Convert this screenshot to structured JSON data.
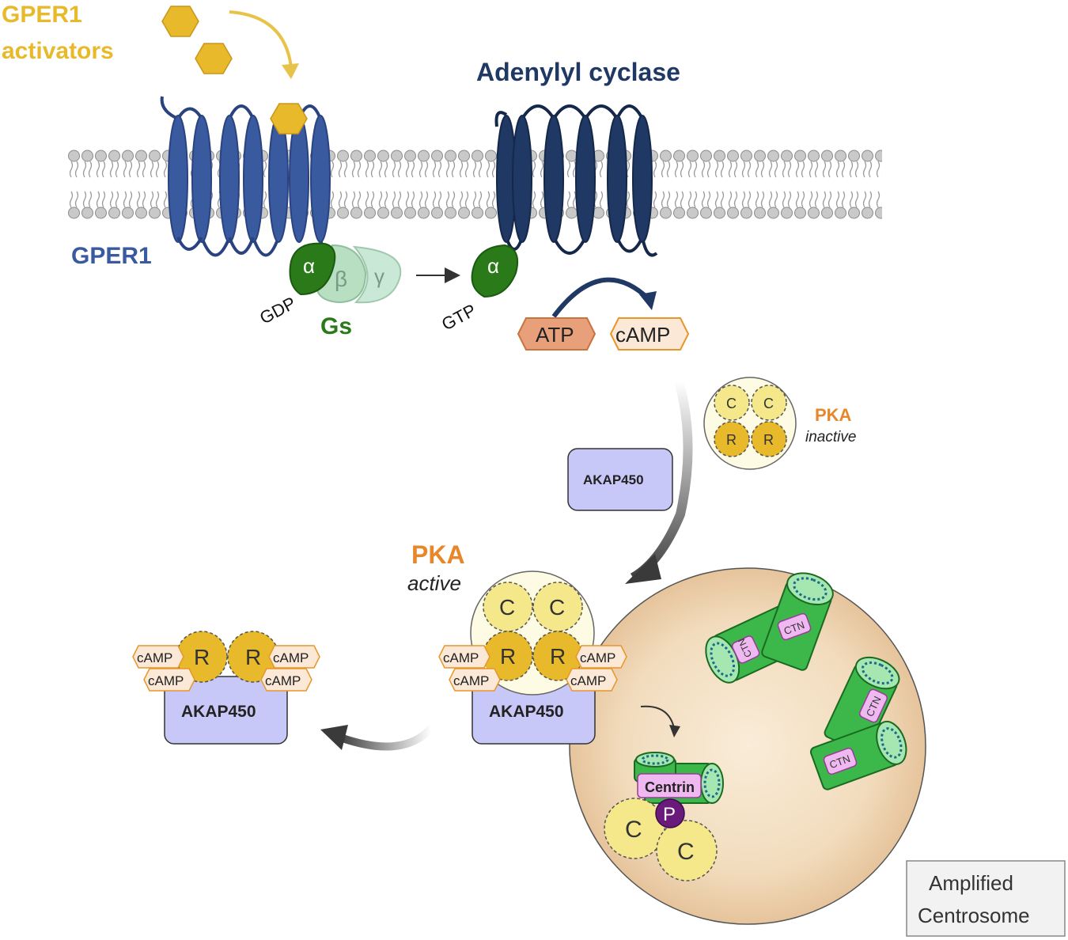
{
  "labels": {
    "gper1_activators_line1": "GPER1",
    "gper1_activators_line2": "activators",
    "adenylyl_cyclase": "Adenylyl cyclase",
    "gper1": "GPER1",
    "gs": "Gs",
    "gdp": "GDP",
    "gtp": "GTP",
    "alpha": "α",
    "beta": "β",
    "gamma": "γ",
    "atp": "ATP",
    "camp": "cAMP",
    "pka": "PKA",
    "inactive": "inactive",
    "active": "active",
    "akap450": "AKAP450",
    "c": "C",
    "r": "R",
    "p": "P",
    "centrin": "Centrin",
    "ctn": "CTN",
    "amplified_line1": "Amplified",
    "amplified_line2": "Centrosome"
  },
  "colors": {
    "gper1_blue": "#3a5aa0",
    "ac_navy": "#1f3864",
    "activator_gold": "#e8b92a",
    "gs_green": "#2a7a1a",
    "atp_orange": "#e8a07a",
    "pka_orange": "#e8862a",
    "akap_lavender": "#c8c8f8",
    "centrin_pink": "#f0b8f0",
    "centriole_green": "#3cb84a",
    "phospho_purple": "#6a1a7a"
  }
}
